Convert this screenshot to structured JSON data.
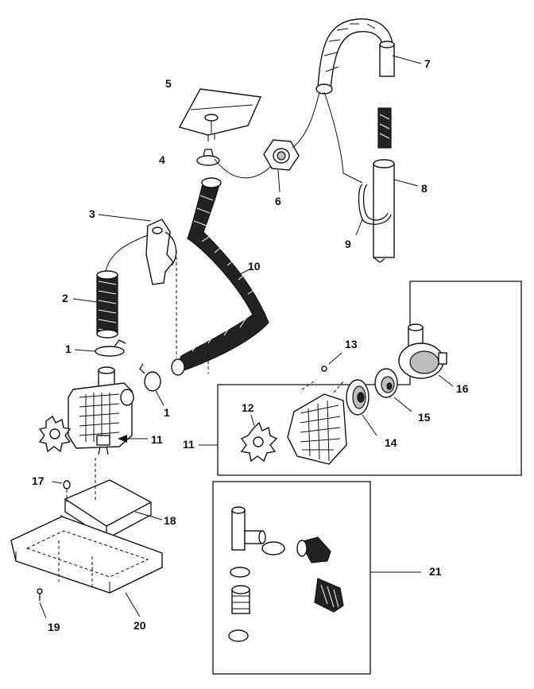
{
  "labels": {
    "p1a": "1",
    "p1b": "1",
    "p2": "2",
    "p3": "3",
    "p4": "4",
    "p5": "5",
    "p6": "6",
    "p7": "7",
    "p8": "8",
    "p9": "9",
    "p10": "10",
    "p11a": "11",
    "p11b": "11",
    "p12": "12",
    "p13": "13",
    "p14": "14",
    "p15": "15",
    "p16": "16",
    "p17": "17",
    "p18": "18",
    "p19": "19",
    "p20": "20",
    "p21": "21"
  }
}
